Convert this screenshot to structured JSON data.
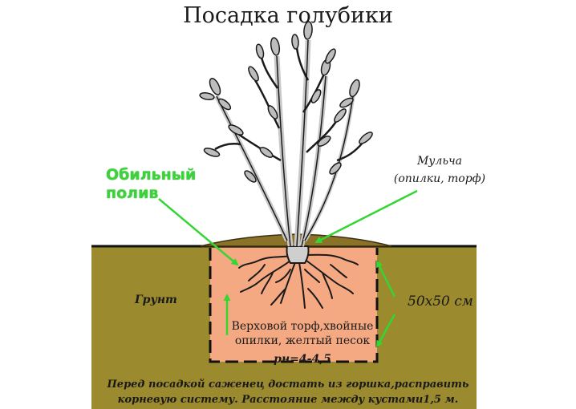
{
  "title": "Посадка голубики",
  "labels": {
    "watering_line1": "Обильный",
    "watering_line2": "полив",
    "mulch_line1": "Мульча",
    "mulch_line2": "(опилки, торф)",
    "soil": "Грунт",
    "dimensions": "50х50 см",
    "fill_line1": "Верховой торф,хвойные",
    "fill_line2": "опилки, желтый песок",
    "ph": "рн=4-4,5"
  },
  "note": {
    "line1": "Перед посадкой саженец достать из горшка,расправить",
    "line2": "корневую систему. Расстояние между кустами1,5 м."
  },
  "colors": {
    "soil": "#9b8a2e",
    "pit": "#f4a982",
    "arrow": "#33d633",
    "mulch": "#8a7228",
    "stem": "#c9c9c9"
  }
}
